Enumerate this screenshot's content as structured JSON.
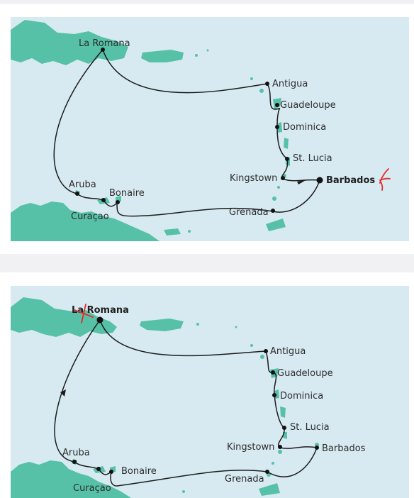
{
  "maps": [
    {
      "ports": {
        "la_romana": "La Romana",
        "antigua": "Antigua",
        "guadeloupe": "Guadeloupe",
        "dominica": "Dominica",
        "st_lucia": "St. Lucia",
        "kingstown": "Kingstown",
        "barbados": "Barbados",
        "grenada": "Grenada",
        "bonaire": "Bonaire",
        "aruba": "Aruba",
        "curacao": "Curaçao"
      },
      "emphasized_port": "Barbados",
      "annotation": "red hand-drawn mark near Barbados"
    },
    {
      "ports": {
        "la_romana": "La Romana",
        "antigua": "Antigua",
        "guadeloupe": "Guadeloupe",
        "dominica": "Dominica",
        "st_lucia": "St. Lucia",
        "kingstown": "Kingstown",
        "barbados": "Barbados",
        "grenada": "Grenada",
        "bonaire": "Bonaire",
        "aruba": "Aruba",
        "curacao": "Curaçao"
      },
      "emphasized_port": "La Romana",
      "annotation": "red cross over La Romana"
    }
  ],
  "colors": {
    "sea": "#d7eaf1",
    "land": "#57c1a8",
    "route": "#1c1c1c",
    "annotation": "#e42b2b",
    "page_background": "#f1f1f3"
  }
}
